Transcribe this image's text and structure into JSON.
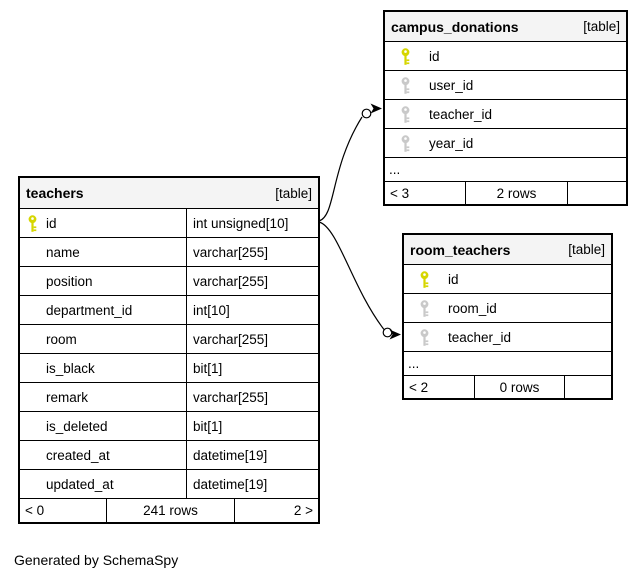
{
  "caption": "Generated by SchemaSpy",
  "colors": {
    "header_bg": "#f4f4f4",
    "border": "#000000",
    "primary_key": "#d6d600",
    "foreign_key": "#c9c9c9"
  },
  "tables": [
    {
      "name": "teachers",
      "badge": "[table]",
      "columns": [
        {
          "name": "id",
          "type": "int unsigned[10]",
          "key": "primary"
        },
        {
          "name": "name",
          "type": "varchar[255]",
          "key": "none"
        },
        {
          "name": "position",
          "type": "varchar[255]",
          "key": "none"
        },
        {
          "name": "department_id",
          "type": "int[10]",
          "key": "none"
        },
        {
          "name": "room",
          "type": "varchar[255]",
          "key": "none"
        },
        {
          "name": "is_black",
          "type": "bit[1]",
          "key": "none"
        },
        {
          "name": "remark",
          "type": "varchar[255]",
          "key": "none"
        },
        {
          "name": "is_deleted",
          "type": "bit[1]",
          "key": "none"
        },
        {
          "name": "created_at",
          "type": "datetime[19]",
          "key": "none"
        },
        {
          "name": "updated_at",
          "type": "datetime[19]",
          "key": "none"
        }
      ],
      "footer": {
        "left": "< 0",
        "center": "241 rows",
        "right": "2 >"
      }
    },
    {
      "name": "campus_donations",
      "badge": "[table]",
      "columns": [
        {
          "name": "id",
          "key": "primary"
        },
        {
          "name": "user_id",
          "key": "foreign"
        },
        {
          "name": "teacher_id",
          "key": "foreign"
        },
        {
          "name": "year_id",
          "key": "foreign"
        }
      ],
      "ellipsis": "...",
      "footer": {
        "left": "< 3",
        "center": "2 rows",
        "right": ""
      }
    },
    {
      "name": "room_teachers",
      "badge": "[table]",
      "columns": [
        {
          "name": "id",
          "key": "primary"
        },
        {
          "name": "room_id",
          "key": "foreign"
        },
        {
          "name": "teacher_id",
          "key": "foreign"
        }
      ],
      "ellipsis": "...",
      "footer": {
        "left": "< 2",
        "center": "0 rows",
        "right": ""
      }
    }
  ],
  "relationships": [
    {
      "from": "teachers.id",
      "to": "campus_donations.teacher_id"
    },
    {
      "from": "teachers.id",
      "to": "room_teachers.teacher_id"
    }
  ]
}
